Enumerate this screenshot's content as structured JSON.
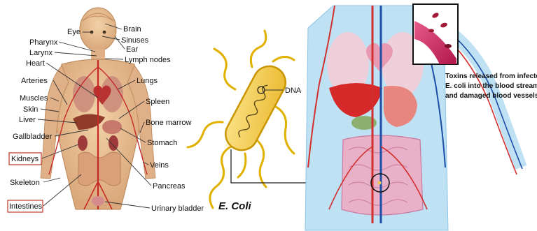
{
  "anatomy_labels": {
    "eye": "Eye",
    "brain": "Brain",
    "sinuses": "Sinuses",
    "pharynx": "Pharynx",
    "ear": "Ear",
    "larynx": "Larynx",
    "lymph_nodes": "Lymph nodes",
    "heart": "Heart",
    "arteries": "Arteries",
    "lungs": "Lungs",
    "muscles": "Muscles",
    "spleen": "Spleen",
    "skin": "Skin",
    "liver": "Liver",
    "bone_marrow": "Bone marrow",
    "gallbladder": "Gallbladder",
    "stomach": "Stomach",
    "kidneys": "Kidneys",
    "veins": "Veins",
    "skeleton": "Skeleton",
    "pancreas": "Pancreas",
    "intestines": "Intestines",
    "urinary_bladder": "Urinary bladder"
  },
  "bacterium": {
    "name": "E. Coli",
    "dna_label": "DNA"
  },
  "infection_caption": {
    "line1": "Toxins released from infected",
    "line2": "E. coli into the blood stream",
    "line3": "and damaged blood vessels"
  },
  "colors": {
    "bacterium_fill": "#f2c94c",
    "bacterium_outline": "#d9a400",
    "blood_vessel": "#c2185b",
    "artery": "#d32f2f",
    "vein": "#1e4fa8",
    "highlight_box": "#c0392b"
  }
}
